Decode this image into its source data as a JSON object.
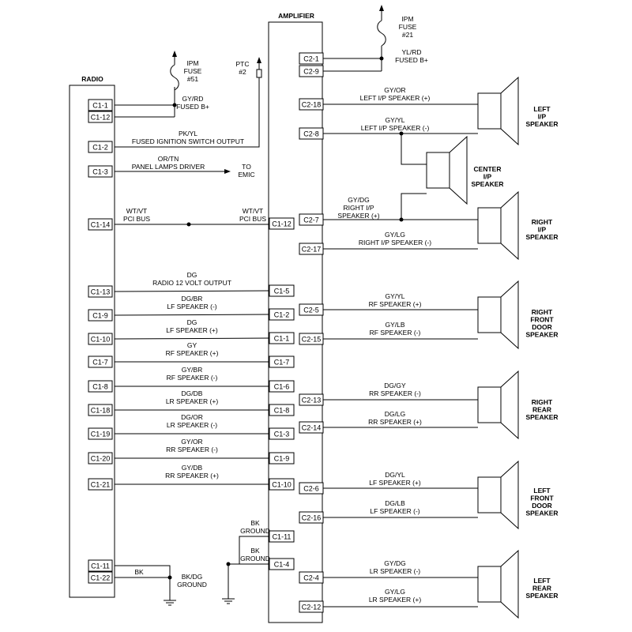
{
  "modules": {
    "radio": "RADIO",
    "amplifier": "AMPLIFIER"
  },
  "fuses": {
    "fuse51": [
      "IPM",
      "FUSE",
      "#51"
    ],
    "fuse21": [
      "IPM",
      "FUSE",
      "#21"
    ],
    "ptc2": [
      "PTC",
      "#2"
    ]
  },
  "radio_pins": [
    "C1-1",
    "C1-12",
    "C1-2",
    "C1-3",
    "C1-14",
    "C1-13",
    "C1-9",
    "C1-10",
    "C1-7",
    "C1-8",
    "C1-18",
    "C1-19",
    "C1-20",
    "C1-21",
    "C1-11",
    "C1-22"
  ],
  "amp_left_pins": [
    "C1-12",
    "C1-5",
    "C1-2",
    "C1-1",
    "C1-7",
    "C1-6",
    "C1-8",
    "C1-3",
    "C1-9",
    "C1-10",
    "C1-11",
    "C1-4"
  ],
  "amp_right_pins": [
    "C2-1",
    "C2-9",
    "C2-18",
    "C2-8",
    "C2-7",
    "C2-17",
    "C2-5",
    "C2-15",
    "C2-13",
    "C2-14",
    "C2-6",
    "C2-16",
    "C2-4",
    "C2-12"
  ],
  "radio_wire_labels": {
    "fused_b": [
      "GY/RD",
      "FUSED B+"
    ],
    "ign": [
      "PK/YL",
      "FUSED IGNITION SWITCH OUTPUT"
    ],
    "panel": [
      "OR/TN",
      "PANEL LAMPS DRIVER"
    ],
    "emic": [
      "TO",
      "EMIC"
    ],
    "pci_radio": [
      "WT/VT",
      "PCI BUS"
    ],
    "pci_amp": [
      "WT/VT",
      "PCI BUS"
    ],
    "out12": [
      "DG",
      "RADIO 12 VOLT OUTPUT"
    ],
    "lf_neg": [
      "DG/BR",
      "LF SPEAKER (-)"
    ],
    "lf_pos": [
      "DG",
      "LF SPEAKER (+)"
    ],
    "rf_pos": [
      "GY",
      "RF SPEAKER (+)"
    ],
    "rf_neg": [
      "GY/BR",
      "RF SPEAKER (-)"
    ],
    "lr_pos": [
      "DG/DB",
      "LR SPEAKER (+)"
    ],
    "lr_neg": [
      "DG/OR",
      "LR SPEAKER (-)"
    ],
    "rr_neg": [
      "GY/OR",
      "RR SPEAKER (-)"
    ],
    "rr_pos": [
      "GY/DB",
      "RR SPEAKER (+)"
    ],
    "bk": "BK",
    "radio_ground": [
      "BK/DG",
      "GROUND"
    ],
    "amp_gnd1": [
      "BK",
      "GROUND"
    ],
    "amp_gnd2": [
      "BK",
      "GROUND"
    ]
  },
  "amp_wire_labels": {
    "fused_b_amp": [
      "YL/RD",
      "FUSED B+"
    ],
    "left_ip_pos": [
      "GY/OR",
      "LEFT I/P SPEAKER (+)"
    ],
    "left_ip_neg": [
      "GY/YL",
      "LEFT I/P SPEAKER (-)"
    ],
    "right_ip_pos": [
      "GY/DG",
      "RIGHT I/P",
      "SPEAKER (+)"
    ],
    "right_ip_neg": [
      "GY/LG",
      "RIGHT I/P SPEAKER (-)"
    ],
    "rf_pos2": [
      "GY/YL",
      "RF SPEAKER (+)"
    ],
    "rf_neg2": [
      "GY/LB",
      "RF SPEAKER (-)"
    ],
    "rr_neg2": [
      "DG/GY",
      "RR SPEAKER (-)"
    ],
    "rr_pos2": [
      "DG/LG",
      "RR SPEAKER (+)"
    ],
    "lf_pos2": [
      "DG/YL",
      "LF SPEAKER (+)"
    ],
    "lf_neg2": [
      "DG/LB",
      "LF SPEAKER (-)"
    ],
    "lr_neg2": [
      "GY/DG",
      "LR SPEAKER (-)"
    ],
    "lr_pos2": [
      "GY/LG",
      "LR SPEAKER (+)"
    ]
  },
  "speakers": {
    "left_ip": [
      "LEFT",
      "I/P",
      "SPEAKER"
    ],
    "center_ip": [
      "CENTER",
      "I/P",
      "SPEAKER"
    ],
    "right_ip": [
      "RIGHT",
      "I/P",
      "SPEAKER"
    ],
    "right_front_door": [
      "RIGHT",
      "FRONT",
      "DOOR",
      "SPEAKER"
    ],
    "right_rear": [
      "RIGHT",
      "REAR",
      "SPEAKER"
    ],
    "left_front_door": [
      "LEFT",
      "FRONT",
      "DOOR",
      "SPEAKER"
    ],
    "left_rear": [
      "LEFT",
      "REAR",
      "SPEAKER"
    ]
  }
}
